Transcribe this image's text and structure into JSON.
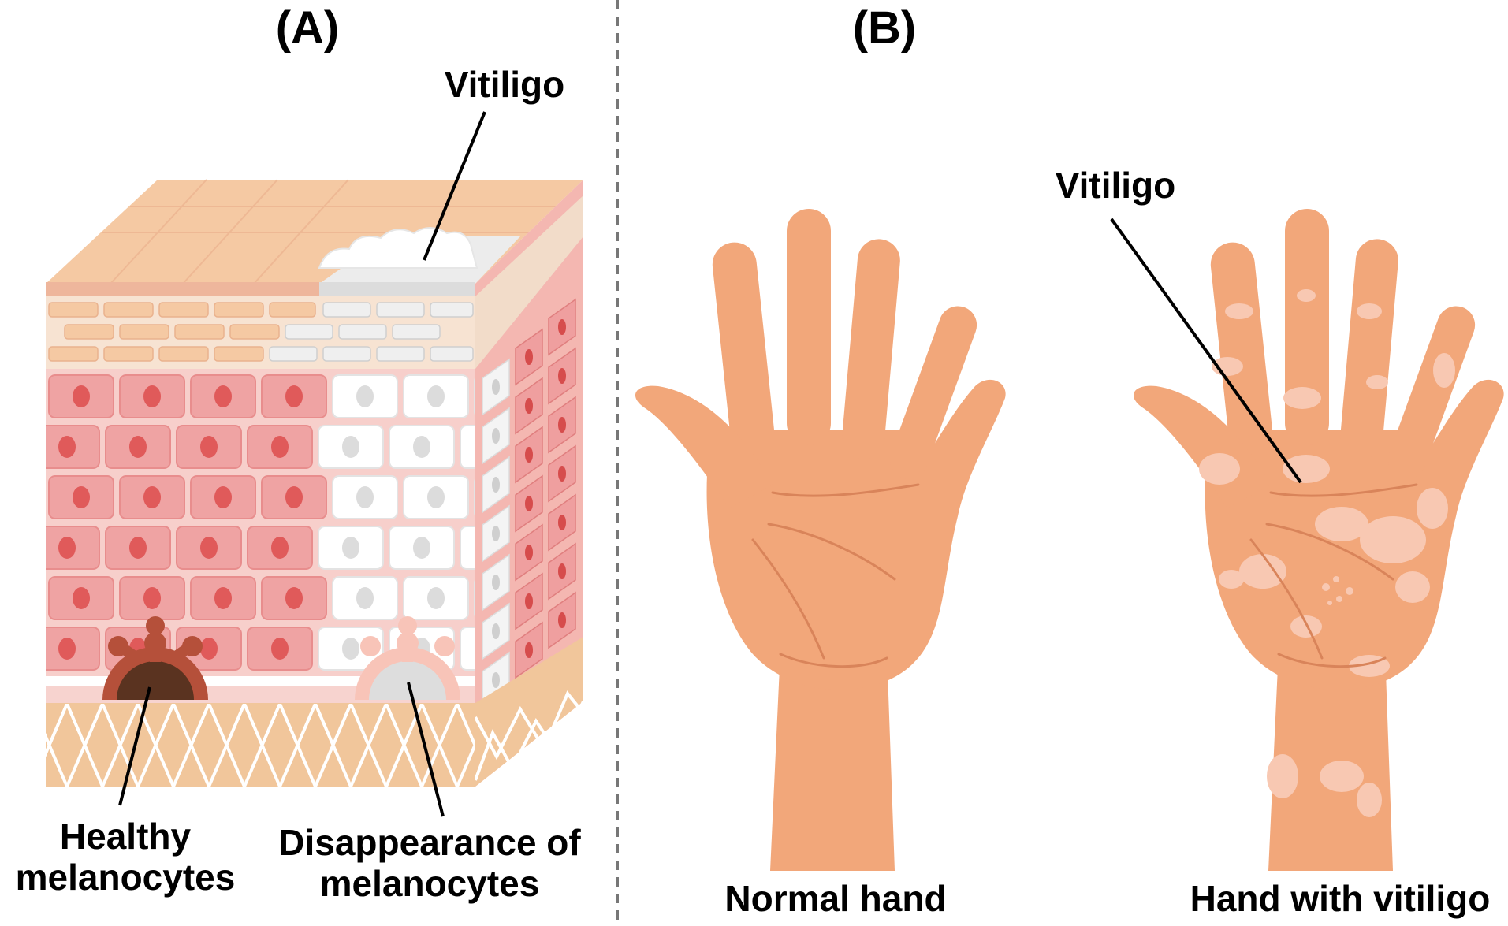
{
  "panel_a": {
    "letter": "(A)",
    "vitiligo_label": "Vitiligo",
    "healthy_label": "Healthy melanocytes",
    "loss_label": "Disappearance of melanocytes"
  },
  "panel_b": {
    "letter": "(B)",
    "vitiligo_label": "Vitiligo",
    "normal_hand_label": "Normal hand",
    "vitiligo_hand_label": "Hand with vitiligo"
  },
  "colors": {
    "skin_top": "#f5c9a3",
    "skin_top_edge": "#eca98f",
    "cell_fill": "#efa3a3",
    "cell_nucleus": "#e05a5a",
    "depigmented": "#f2f2f2",
    "dermis": "#f1c69b",
    "melanocyte_healthy": "#b5503a",
    "melanocyte_lost": "#f8c4b8",
    "hand_skin": "#f2a77a",
    "hand_shadow": "#e08e63",
    "vitiligo_patch": "#f8c8b2",
    "divider": "#777777"
  }
}
